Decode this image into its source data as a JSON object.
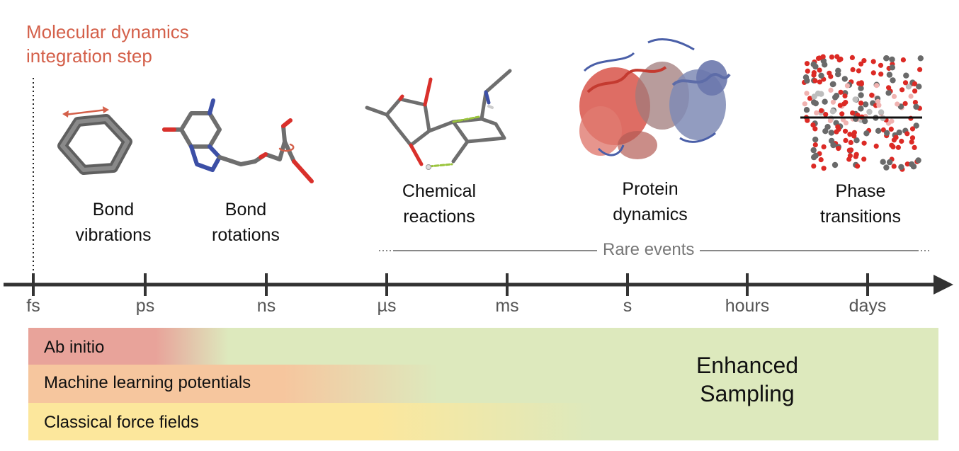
{
  "md_step": {
    "line1": "Molecular dynamics",
    "line2": "integration step"
  },
  "events": [
    {
      "line1": "Bond",
      "line2": "vibrations"
    },
    {
      "line1": "Bond",
      "line2": "rotations"
    },
    {
      "line1": "Chemical",
      "line2": "reactions"
    },
    {
      "line1": "Protein",
      "line2": "dynamics"
    },
    {
      "line1": "Phase",
      "line2": "transitions"
    }
  ],
  "rare_events_label": "Rare events",
  "timescale_ticks": [
    "fs",
    "ps",
    "ns",
    "µs",
    "ms",
    "s",
    "hours",
    "days"
  ],
  "methods": [
    {
      "label": "Ab initio",
      "color": "#e8a39a"
    },
    {
      "label": "Machine learning potentials",
      "color": "#f6c69e"
    },
    {
      "label": "Classical force fields",
      "color": "#fce79c"
    }
  ],
  "enhanced_sampling": {
    "line1": "Enhanced",
    "line2": "Sampling",
    "color": "#dde9bd"
  },
  "colors": {
    "accent": "#d4604a",
    "axis": "#333333",
    "bond": "#6e6e6e",
    "oxygen": "#d9302b",
    "nitrogen": "#3c4fa6"
  },
  "icons": [
    "hexagon-molecule-icon",
    "purine-molecule-icon",
    "reaction-molecule-icon",
    "protein-ribbon-icon",
    "phase-particles-icon"
  ]
}
